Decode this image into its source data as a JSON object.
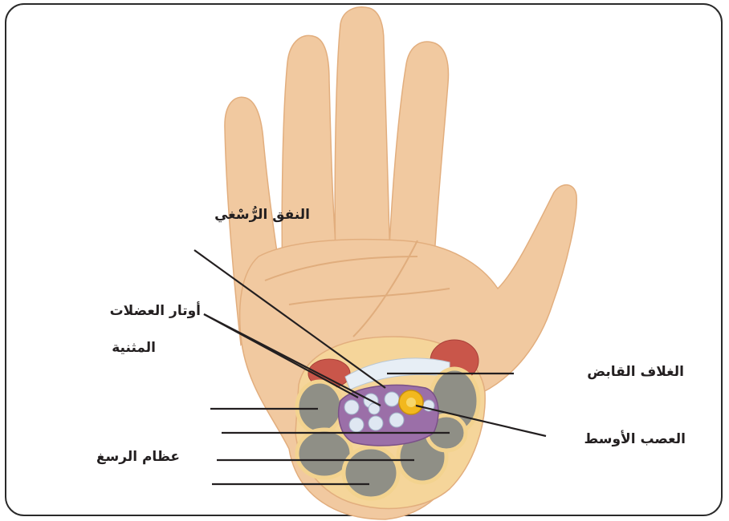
{
  "diagram": {
    "labels": {
      "carpal_tunnel": "النفق الرُّسْغي",
      "flexor_tendons_line1": "أوتار العضلات",
      "flexor_tendons_line2": "المثنية",
      "flexor_sheath": "الغلاف القابض",
      "median_nerve": "العصب الأوسط",
      "carpal_bones": "عظام الرسغ"
    },
    "colors": {
      "skin": "#f1c9a0",
      "skin_shade": "#e9b98c",
      "bone_grey": "#8f8f86",
      "bone_rim": "#f3d38f",
      "tunnel_purple": "#9b6fa8",
      "tendon": "#dfe7f2",
      "nerve_yellow": "#f2b81e",
      "muscle_red": "#c9564a",
      "ligament": "#e7eef5",
      "frame": "#2a2a2a",
      "line": "#231f20"
    }
  }
}
